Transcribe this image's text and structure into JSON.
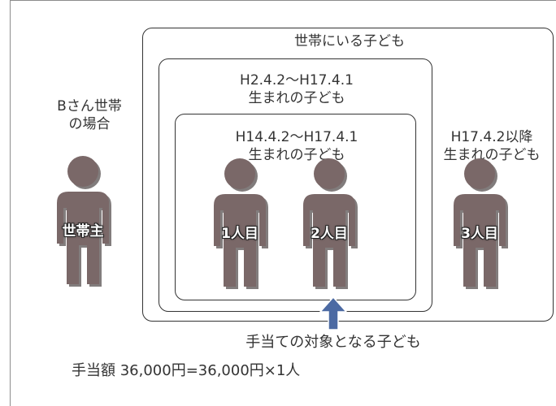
{
  "colors": {
    "person_fill": "#7a6868",
    "person_shadow": "#2e2626",
    "box_border": "#333333",
    "arrow_fill": "#4c6aa3",
    "text": "#333333"
  },
  "household": {
    "label": "Bさん世帯\nの場合"
  },
  "boxes": {
    "outer": {
      "label": "世帯にいる子ども"
    },
    "middle": {
      "label": "H2.4.2～H17.4.1\n生まれの子ども"
    },
    "inner": {
      "label": "H14.4.2～H17.4.1\n生まれの子ども"
    }
  },
  "outside_label": "H17.4.2以降\n生まれの子ども",
  "people": [
    {
      "label": "世帯主",
      "icon": "person-icon"
    },
    {
      "label": "1人目",
      "icon": "person-icon"
    },
    {
      "label": "2人目",
      "icon": "person-icon"
    },
    {
      "label": "3人目",
      "icon": "person-icon"
    }
  ],
  "arrow": {
    "icon": "up-arrow-icon"
  },
  "target_label": "手当ての対象となる子ども",
  "amount_label": "手当額 36,000円=36,000円×1人"
}
